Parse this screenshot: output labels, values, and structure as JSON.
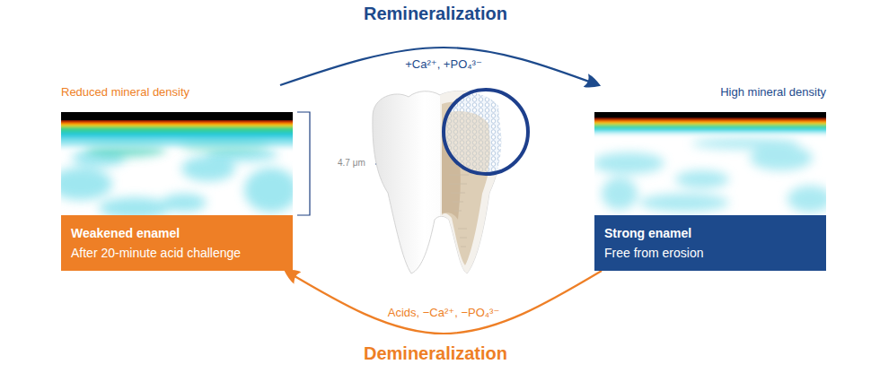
{
  "diagram": {
    "nodes": [
      {
        "text": [
          "Reduced mineral density"
        ]
      },
      {
        "text": [
          "Weakened enamel",
          "After 20-minute acid challenge"
        ],
        "in": 0
      },
      {
        "text": [
          "High mineral density"
        ]
      },
      {
        "text": [
          "Strong enamel",
          "Free from erosion"
        ],
        "in": 2
      }
    ],
    "edges": [
      {
        "from": 0,
        "to": 2,
        "arrow": "to",
        "label": "+Ca²⁺, +PO₄³⁻"
      },
      {
        "from": 2,
        "to": 0,
        "arrow": "to",
        "label": "Acids, −Ca²⁺, −PO₄³⁻"
      }
    ],
    "labels": [
      "Remineralization",
      "Demineralization",
      "4.7 μm"
    ]
  }
}
